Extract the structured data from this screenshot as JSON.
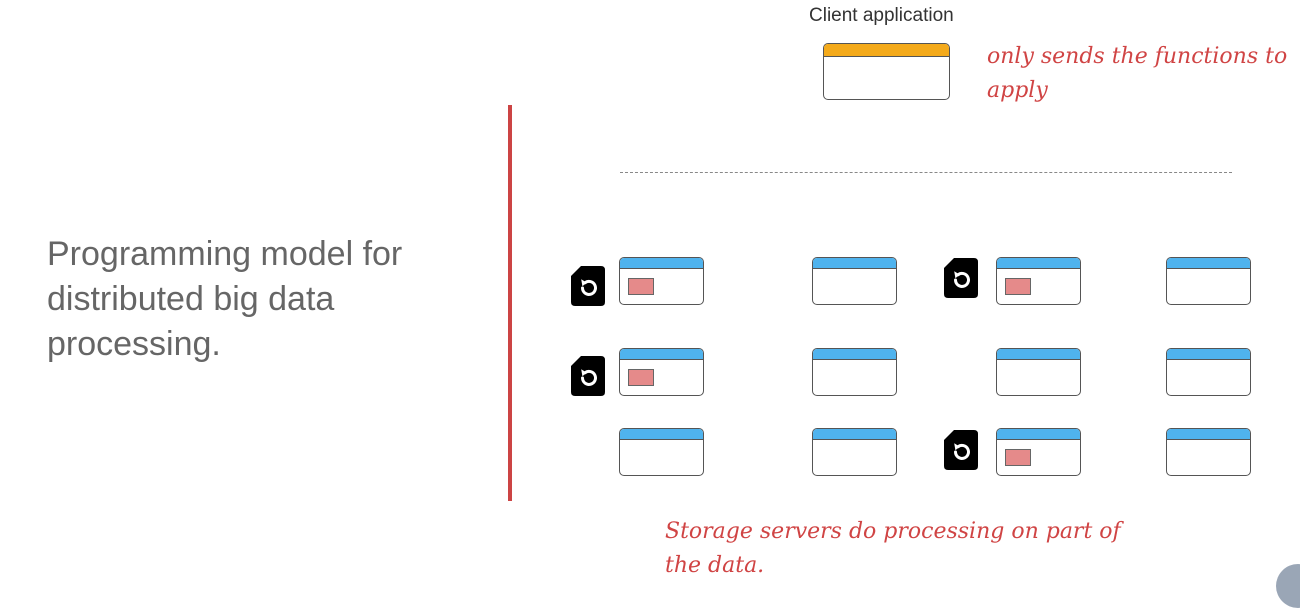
{
  "main_text": "Programming model for distributed big data processing.",
  "client": {
    "title": "Client application"
  },
  "notes": {
    "client_note": "only sends the functions to apply",
    "server_note": "Storage servers do processing on part of the data."
  },
  "icons": {
    "function_icon": "restore-document-icon"
  },
  "colors": {
    "divider": "#cc4444",
    "client_bar": "#f4aa1b",
    "server_bar": "#4fb3ee",
    "data_block": "#e58a8a",
    "annotation": "#d04444",
    "main_text": "#666666"
  }
}
